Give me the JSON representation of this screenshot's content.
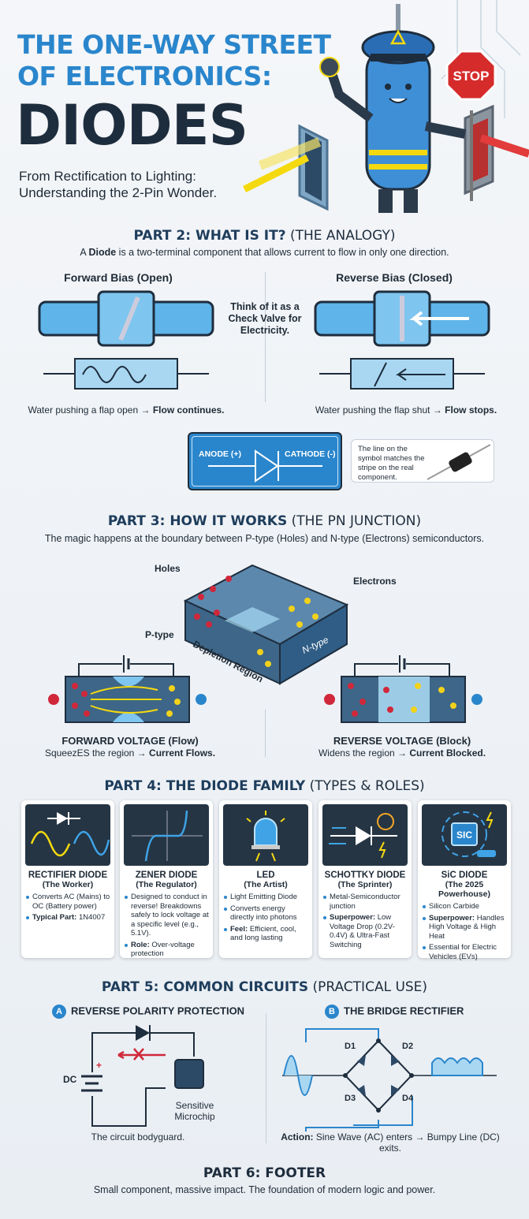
{
  "header": {
    "title_line1": "THE ONE-WAY STREET",
    "title_line2": "OF ELECTRONICS:",
    "title_main": "DIODES",
    "subtitle_line1": "From Rectification to Lighting:",
    "subtitle_line2": "Understanding the 2-Pin Wonder.",
    "stop_sign": "STOP"
  },
  "part2": {
    "heading_bold": "PART 2: WHAT IS IT?",
    "heading_light": " (THE ANALOGY)",
    "intro_pre": "A ",
    "intro_bold": "Diode",
    "intro_post": " is a two-terminal component that allows current to flow in only one direction.",
    "forward": {
      "title": "Forward Bias (Open)",
      "caption": "Water pushing a flap open → ",
      "caption_bold": "Flow continues."
    },
    "reverse": {
      "title": "Reverse Bias (Closed)",
      "caption": "Water pushing the flap shut → ",
      "caption_bold": "Flow stops."
    },
    "center_note": "Think of it as a Check Valve for Electricity.",
    "symbol": {
      "anode": "ANODE (+)",
      "cathode": "CATHODE (-)"
    },
    "callout": "The line on the symbol matches the stripe on the real component."
  },
  "part3": {
    "heading_bold": "PART 3: HOW IT WORKS",
    "heading_light": " (THE PN JUNCTION)",
    "subtitle": "The magic happens at the boundary between P-type (Holes) and N-type (Electrons) semiconductors.",
    "labels": {
      "holes": "Holes",
      "p_type": "P-type",
      "electrons": "Electrons",
      "n_type": "N-type",
      "depletion": "Depletion Region"
    },
    "forward": {
      "title": "FORWARD VOLTAGE (Flow)",
      "caption": "SqueezES the region → ",
      "caption_bold": "Current Flows."
    },
    "reverse": {
      "title": "REVERSE VOLTAGE (Block)",
      "caption": "Widens the region → ",
      "caption_bold": "Current Blocked."
    }
  },
  "part4": {
    "heading_bold": "PART 4: THE DIODE FAMILY",
    "heading_light": " (TYPES & ROLES)",
    "cards": [
      {
        "title": "RECTIFIER DIODE",
        "role": "(The Worker)",
        "bullets": [
          {
            "bold": "",
            "text": "Converts AC (Mains) to OC (Battery power)"
          },
          {
            "bold": "Typical Part:",
            "text": " 1N4007"
          }
        ]
      },
      {
        "title": "ZENER DIODE",
        "role": "(The Regulator)",
        "bullets": [
          {
            "bold": "",
            "text": "Designed to conduct in reverse! Breakdowns safely to lock voltage at a specific level (e.g., 5.1V)."
          },
          {
            "bold": "Role:",
            "text": " Over-voltage protection"
          }
        ]
      },
      {
        "title": "LED",
        "role": "(The Artist)",
        "bullets": [
          {
            "bold": "",
            "text": "Light Emitting Diode"
          },
          {
            "bold": "",
            "text": "Converts energy directly into photons"
          },
          {
            "bold": "Feel:",
            "text": " Efficient, cool, and long lasting"
          }
        ]
      },
      {
        "title": "SCHOTTKY DIODE",
        "role": "(The Sprinter)",
        "bullets": [
          {
            "bold": "",
            "text": "Metal-Semiconductor junction"
          },
          {
            "bold": "Superpower:",
            "text": " Low Voltage Drop (0.2V-0.4V) & Ultra-Fast Switching"
          }
        ]
      },
      {
        "title": "SiC DIODE",
        "role": "(The 2025 Powerhouse)",
        "icon_label": "SIC",
        "bullets": [
          {
            "bold": "",
            "text": "Silicon Carbide"
          },
          {
            "bold": "Superpower:",
            "text": " Handles High Voltage & High Heat"
          },
          {
            "bold": "",
            "text": "Essential for Electric Vehicles (EVs)"
          }
        ]
      }
    ]
  },
  "part5": {
    "heading_bold": "PART 5: COMMON CIRCUITS",
    "heading_light": " (PRACTICAL USE)",
    "a": {
      "badge": "A",
      "title": "REVERSE POLARITY PROTECTION",
      "dc": "DC",
      "chip": "Sensitive Microchip",
      "caption": "The circuit bodyguard."
    },
    "b": {
      "badge": "B",
      "title": "THE BRIDGE RECTIFIER",
      "d1": "D1",
      "d2": "D2",
      "d3": "D3",
      "d4": "D4",
      "caption_bold": "Action:",
      "caption": " Sine Wave (AC) enters → Bumpy Line (DC) exits."
    }
  },
  "part6": {
    "heading": "PART 6: FOOTER",
    "text": "Small component, massive impact. The foundation of modern logic and power."
  },
  "colors": {
    "accent": "#2a86cc",
    "dark": "#1e2d3d",
    "hole": "#d0283a",
    "electron": "#f2d21b"
  }
}
